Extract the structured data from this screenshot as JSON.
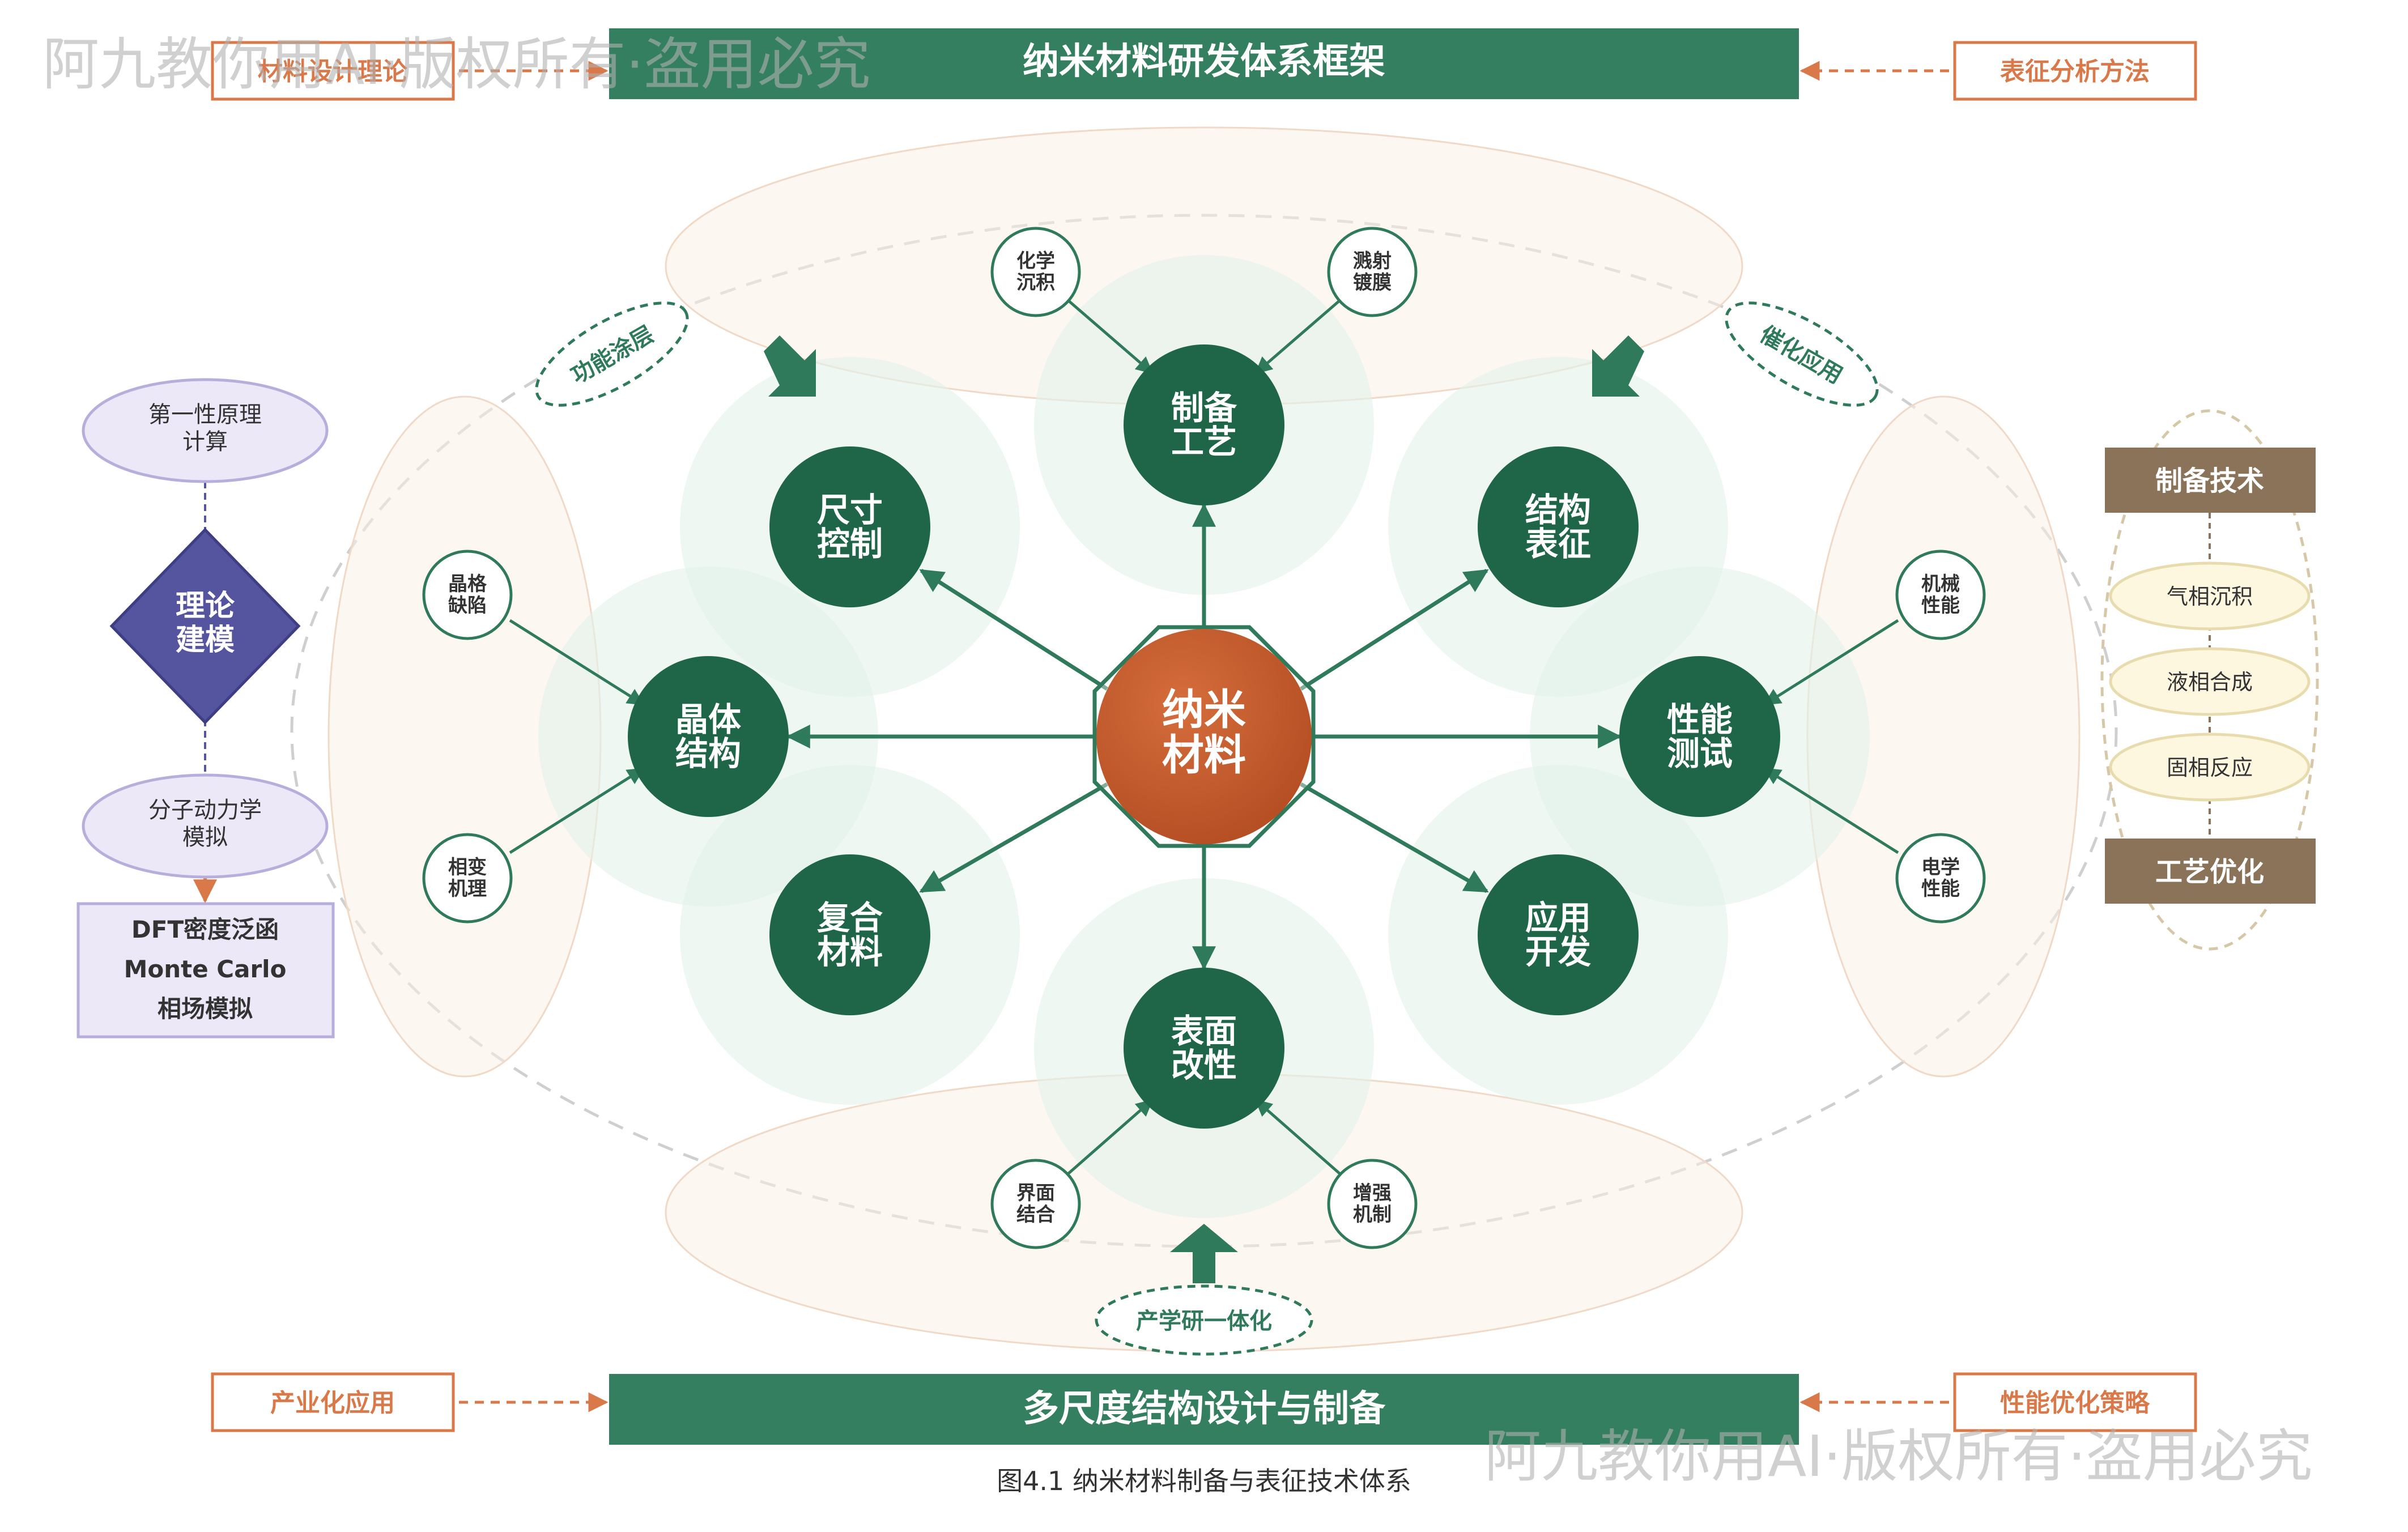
{
  "watermark": {
    "top_left": "阿九教你用AI·版权所有·盗用必究",
    "bottom_right": "阿九教你用AI·版权所有·盗用必究"
  },
  "header": {
    "title": "纳米材料研发体系框架",
    "left_tag": "材料设计理论",
    "right_tag": "表征分析方法"
  },
  "footer": {
    "title": "多尺度结构设计与制备",
    "left_tag": "产业化应用",
    "right_tag": "性能优化策略"
  },
  "caption": "图4.1 纳米材料制备与表征技术体系",
  "center_node": {
    "line1": "纳米",
    "line2": "材料"
  },
  "main_nodes": [
    {
      "id": "top",
      "line1": "制备",
      "line2": "工艺"
    },
    {
      "id": "top-right",
      "line1": "结构",
      "line2": "表征"
    },
    {
      "id": "right",
      "line1": "性能",
      "line2": "测试"
    },
    {
      "id": "bottom-right",
      "line1": "应用",
      "line2": "开发"
    },
    {
      "id": "bottom",
      "line1": "表面",
      "line2": "改性"
    },
    {
      "id": "bottom-left",
      "line1": "复合",
      "line2": "材料"
    },
    {
      "id": "left",
      "line1": "晶体",
      "line2": "结构"
    },
    {
      "id": "top-left",
      "line1": "尺寸",
      "line2": "控制"
    }
  ],
  "satellites": [
    {
      "id": "chem-deposit",
      "line1": "化学",
      "line2": "沉积"
    },
    {
      "id": "sputter-coating",
      "line1": "溅射",
      "line2": "镀膜"
    },
    {
      "id": "lattice-defect",
      "line1": "晶格",
      "line2": "缺陷"
    },
    {
      "id": "phase-mechanism",
      "line1": "相变",
      "line2": "机理"
    },
    {
      "id": "mech-property",
      "line1": "机械",
      "line2": "性能"
    },
    {
      "id": "elec-property",
      "line1": "电学",
      "line2": "性能"
    },
    {
      "id": "interface-bond",
      "line1": "界面",
      "line2": "结合"
    },
    {
      "id": "reinforce-mech",
      "line1": "增强",
      "line2": "机制"
    }
  ],
  "dashed_labels": {
    "functional_coating": "功能涂层",
    "catalysis": "催化应用",
    "industry_research": "产学研一体化"
  },
  "left_panel": {
    "first_principles": {
      "line1": "第一性原理",
      "line2": "计算"
    },
    "modeling": {
      "line1": "理论",
      "line2": "建模"
    },
    "md": {
      "line1": "分子动力学",
      "line2": "模拟"
    },
    "methods": [
      "DFT密度泛函",
      "Monte Carlo",
      "相场模拟"
    ]
  },
  "right_panel": {
    "top_label": "制备技术",
    "items": [
      "气相沉积",
      "液相合成",
      "固相反应"
    ],
    "bottom_label": "工艺优化"
  },
  "colors": {
    "primary_green": "#1f6649",
    "header_green": "#347f5f",
    "center_orange": "#c05a2e",
    "tag_orange": "#d9794a",
    "purple": "#55549e",
    "brown": "#8b735a"
  }
}
